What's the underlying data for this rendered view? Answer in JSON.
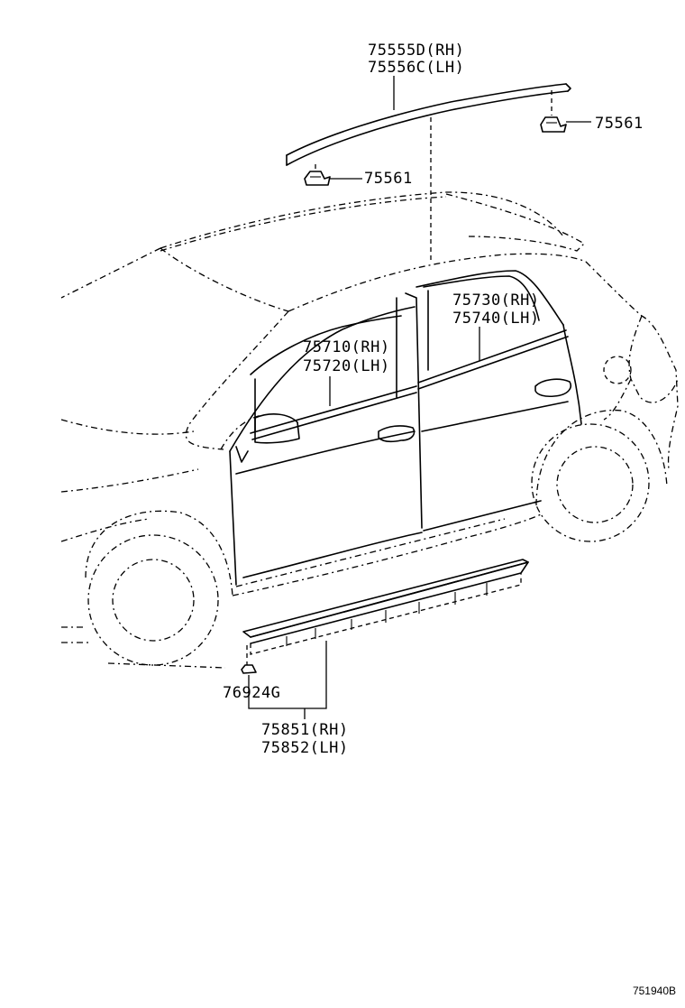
{
  "diagram": {
    "ref_code": "751940B",
    "parts": {
      "roof_molding": {
        "rh": "75555D(RH)",
        "lh": "75556C(LH)"
      },
      "roof_clip_rear": "75561",
      "roof_clip_front": "75561",
      "rear_door_belt": {
        "rh": "75730(RH)",
        "lh": "75740(LH)"
      },
      "front_door_belt": {
        "rh": "75710(RH)",
        "lh": "75720(LH)"
      },
      "rocker_clip": "76924G",
      "rocker_molding": {
        "rh": "75851(RH)",
        "lh": "75852(LH)"
      }
    }
  }
}
